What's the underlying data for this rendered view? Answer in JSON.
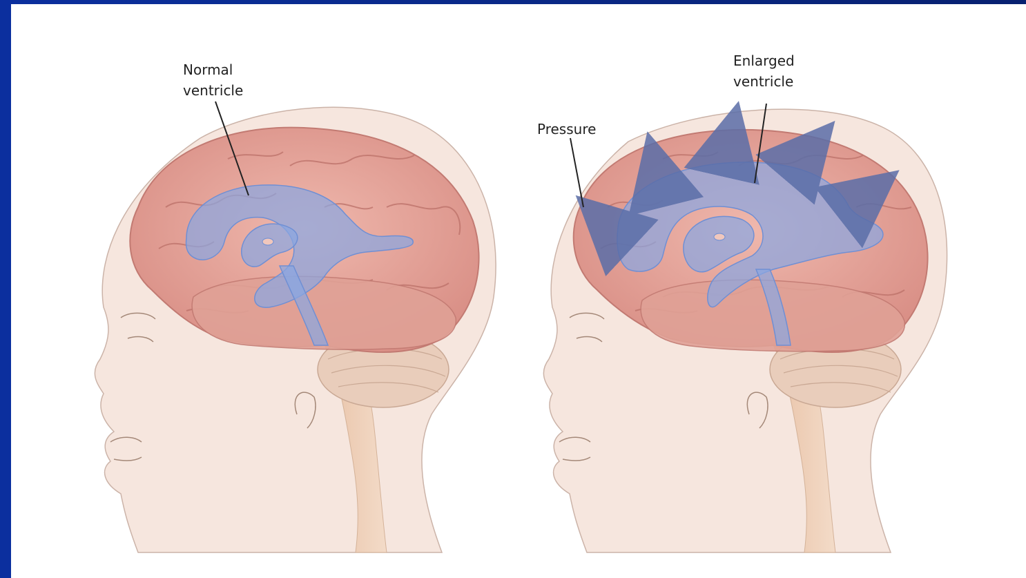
{
  "labels": {
    "normal_ventricle_line1": "Normal",
    "normal_ventricle_line2": "ventricle",
    "enlarged_ventricle_line1": "Enlarged",
    "enlarged_ventricle_line2": "ventricle",
    "pressure": "Pressure"
  },
  "colors": {
    "slide_background": "#0a2a88",
    "skin": "#f5e4dc",
    "brain": "#e3a59c",
    "ventricle": "#8aa6e0",
    "arrow": "#5b6ea8"
  }
}
